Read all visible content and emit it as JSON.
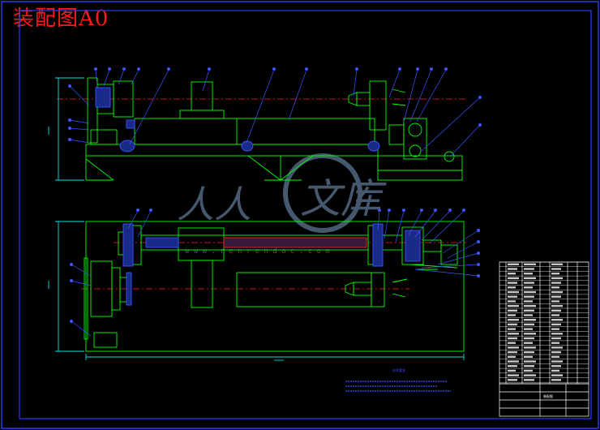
{
  "title": "装配图A0",
  "watermark": {
    "glyph_left": "人人",
    "glyph_right": "文库",
    "url": "w w w . r e n r e n d o c . c o m"
  },
  "colors": {
    "background": "#000000",
    "frame": "#2a3cff",
    "outline": "#00ff00",
    "centerline": "#ff2020",
    "hatch": "#3b55ff",
    "dimension": "#00e5e5",
    "leader": "#3b55ff",
    "title_text": "#ff1a1a",
    "watermark": "#7fa0c8"
  },
  "drawing": {
    "views": [
      "front-view",
      "top-view"
    ],
    "notes_heading": "技术要求",
    "title_block_label": "装配图"
  }
}
